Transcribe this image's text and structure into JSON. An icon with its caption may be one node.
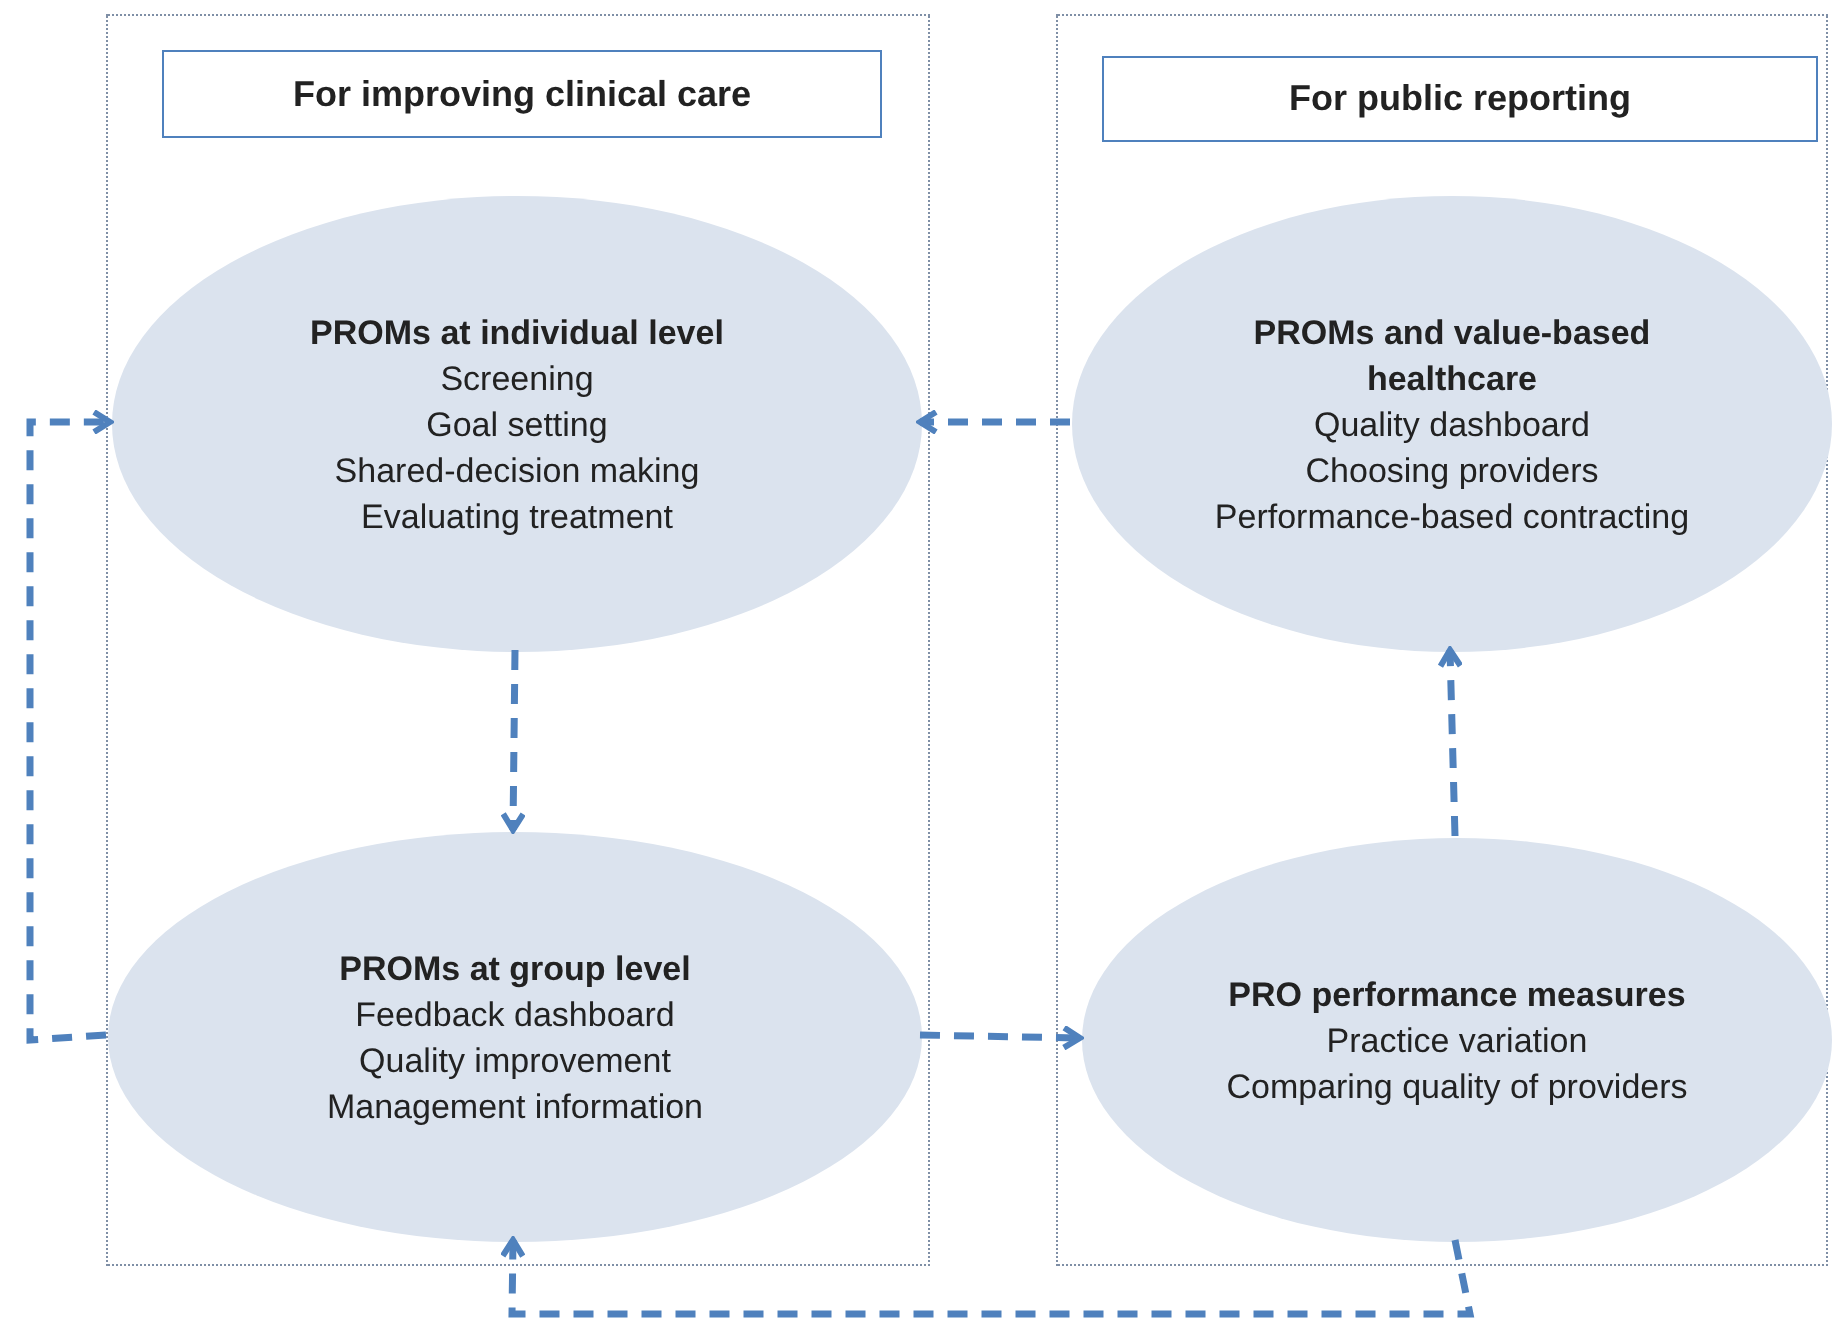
{
  "diagram": {
    "nodes": [
      {
        "text": [],
        "shape": "box"
      },
      {
        "text": [
          "For improving clinical care"
        ],
        "in": 0
      },
      {
        "text": [
          "PROMs at individual level",
          "Screening",
          "Goal setting",
          "Shared-decision making",
          "Evaluating treatment"
        ],
        "in": 0
      },
      {
        "text": [
          "PROMs at group level",
          "Feedback dashboard",
          "Quality improvement",
          "Management information"
        ],
        "in": 0
      },
      {
        "text": [],
        "shape": "box"
      },
      {
        "text": [
          "For public reporting"
        ],
        "in": 4
      },
      {
        "text": [
          "PROMs and value-based healthcare",
          "Quality dashboard",
          "Choosing providers",
          "Performance-based contracting"
        ],
        "in": 4
      },
      {
        "text": [
          "PRO performance measures",
          "Practice variation",
          "Comparing quality of providers"
        ],
        "in": 4
      }
    ],
    "edges": [
      {
        "from": 2,
        "to": 3,
        "arrow": "to",
        "style": "dashed"
      },
      {
        "from": 3,
        "to": 2,
        "arrow": "to",
        "style": "dashed"
      },
      {
        "from": 6,
        "to": 2,
        "arrow": "to",
        "style": "dashed"
      },
      {
        "from": 3,
        "to": 7,
        "arrow": "to",
        "style": "dashed"
      },
      {
        "from": 7,
        "to": 6,
        "arrow": "to",
        "style": "dashed"
      },
      {
        "from": 7,
        "to": 3,
        "arrow": "to",
        "style": "dashed"
      }
    ]
  }
}
